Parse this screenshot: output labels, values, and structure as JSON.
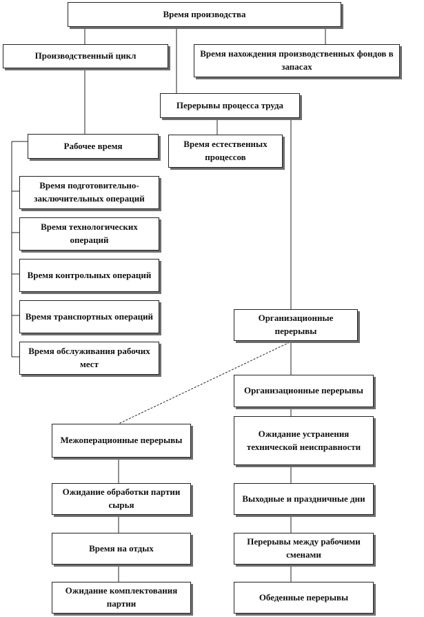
{
  "nodes": {
    "root": "Время производства",
    "cycle": "Производственный цикл",
    "stock": "Время нахождения производственных фондов в запасах",
    "breaks": "Перерывы процесса труда",
    "work": "Рабочее время",
    "natural": "Время естественных процессов",
    "prep": "Время подготовительно-заключительных операций",
    "tech": "Время технологических операций",
    "control": "Время контрольных операций",
    "transport": "Время транспортных операций",
    "service": "Время обслуживания рабочих мест",
    "org1": "Организационные перерывы",
    "org2": "Организационные перерывы",
    "fault": "Ожидание устранения технической неисправности",
    "weekend": "Выходные и праздничные дни",
    "shift": "Перерывы между рабочими сменами",
    "lunch": "Обеденные перерывы",
    "interop": "Межоперационные перерывы",
    "raw": "Ожидание обработки партии сырья",
    "rest": "Время на отдых",
    "kit": "Ожидание комплектования партии"
  }
}
